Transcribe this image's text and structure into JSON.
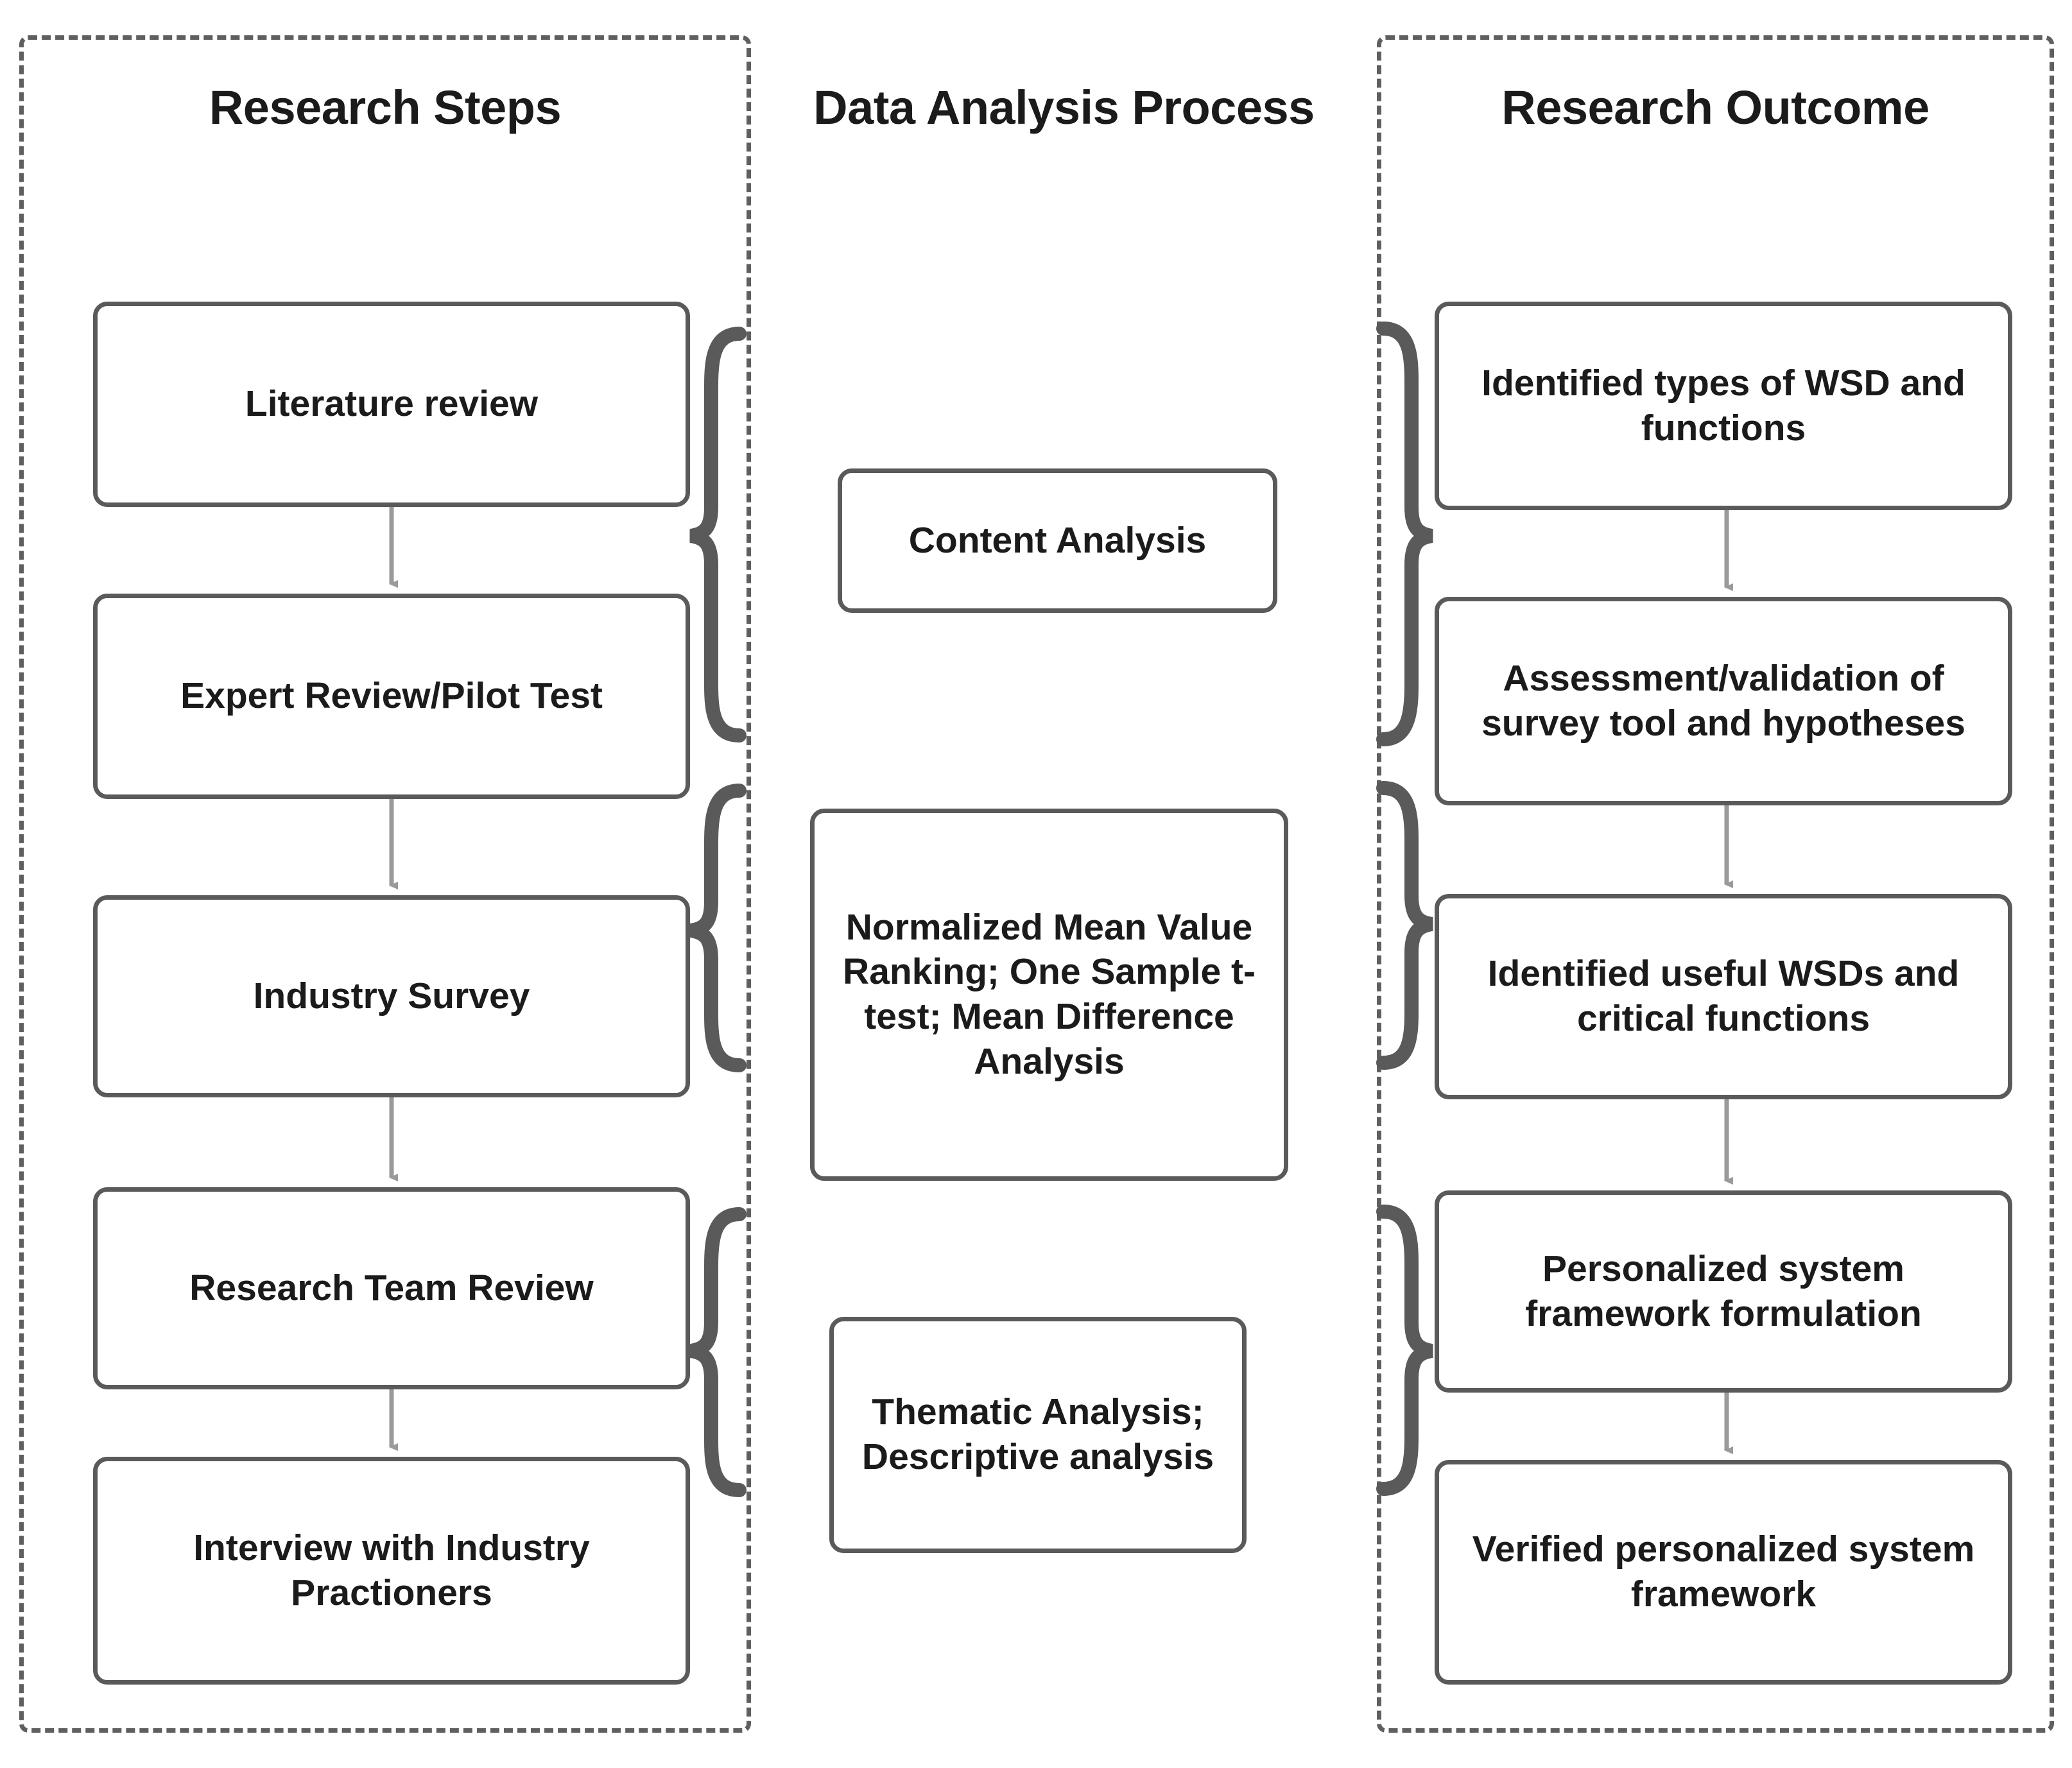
{
  "diagram": {
    "title_left": "Research Steps",
    "title_middle": "Data Analysis Process",
    "title_right": "Research Outcome",
    "line_color": "#5a5a5a",
    "text_color": "#1b1b1b",
    "background": "#ffffff"
  },
  "research_steps": [
    {
      "id": "literature-review",
      "label": "Literature review"
    },
    {
      "id": "expert-review",
      "label": "Expert Review/Pilot Test"
    },
    {
      "id": "industry-survey",
      "label": "Industry Survey"
    },
    {
      "id": "research-team-review",
      "label": "Research Team Review"
    },
    {
      "id": "industry-interview",
      "label": "Interview with Industry Practioners"
    }
  ],
  "data_analysis": [
    {
      "id": "content-analysis",
      "label": "Content Analysis"
    },
    {
      "id": "quantitative-analysis",
      "label": "Normalized Mean Value Ranking; One Sample t-test; Mean Difference Analysis"
    },
    {
      "id": "thematic-analysis",
      "label": "Thematic Analysis; Descriptive analysis"
    }
  ],
  "research_outcome": [
    {
      "id": "identified-wsd-types",
      "label": "Identified  types of WSD and functions"
    },
    {
      "id": "assessment-validation",
      "label": "Assessment/validation  of survey tool and hypotheses"
    },
    {
      "id": "identified-useful-wsds",
      "label": "Identified useful WSDs and critical functions"
    },
    {
      "id": "framework-formulation",
      "label": "Personalized system framework formulation"
    },
    {
      "id": "verified-framework",
      "label": "Verified personalized system framework"
    }
  ],
  "chart_data": {
    "type": "table",
    "title": "Research design mapping: steps to analysis to outcomes",
    "columns": [
      "Research Steps",
      "Data Analysis Process",
      "Research Outcome"
    ],
    "groups": [
      {
        "steps": [
          "Literature review",
          "Expert Review/Pilot Test"
        ],
        "analysis": "Content Analysis",
        "outcomes": [
          "Identified  types of WSD and functions",
          "Assessment/validation  of survey tool and hypotheses"
        ]
      },
      {
        "steps": [
          "Industry Survey"
        ],
        "analysis": "Normalized Mean Value Ranking; One Sample t-test; Mean Difference Analysis",
        "outcomes": [
          "Identified useful WSDs and critical functions"
        ]
      },
      {
        "steps": [
          "Research Team Review",
          "Interview with Industry Practioners"
        ],
        "analysis": "Thematic Analysis; Descriptive analysis",
        "outcomes": [
          "Personalized system framework formulation",
          "Verified personalized system framework"
        ]
      }
    ]
  }
}
